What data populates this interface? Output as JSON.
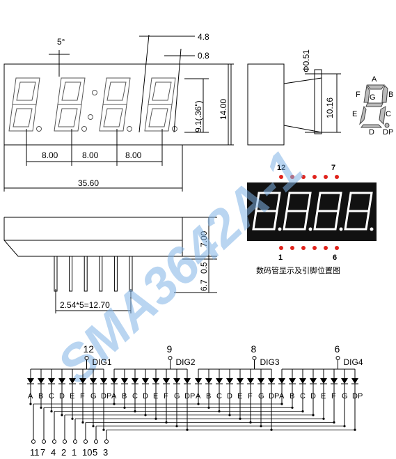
{
  "front_view": {
    "angle": "5°",
    "dim_top_a": "4.8",
    "dim_top_b": "0.8",
    "digit_height": "9.1(.36\")",
    "height": "14.00",
    "pitch_1": "8.00",
    "pitch_2": "8.00",
    "pitch_3": "8.00",
    "width": "35.60"
  },
  "side_view": {
    "pin_dia": "Φ0.51",
    "depth": "10.16"
  },
  "segment_map": {
    "labels": [
      "A",
      "B",
      "C",
      "D",
      "E",
      "F",
      "G",
      "DP"
    ]
  },
  "photo": {
    "pin_top_left": "12",
    "pin_top_right": "7",
    "pin_bottom_left": "1",
    "pin_bottom_right": "6",
    "caption": "数码管显示及引脚位置图",
    "display_color": "#111111",
    "dot_color": "#e0231c"
  },
  "bottom_view": {
    "body_height": "7.00",
    "pin_offset": "0.5",
    "pin_length": "6.7",
    "pin_span": "2.54*5=12.70"
  },
  "watermark": "SMA3642A-1",
  "schematic": {
    "digits": [
      {
        "pin": "12",
        "name": "DIG1"
      },
      {
        "pin": "9",
        "name": "DIG2"
      },
      {
        "pin": "8",
        "name": "DIG3"
      },
      {
        "pin": "6",
        "name": "DIG4"
      }
    ],
    "segment_labels": [
      "A",
      "B",
      "C",
      "D",
      "E",
      "F",
      "G",
      "DP"
    ],
    "bottom_pins": [
      "11",
      "7",
      "4",
      "2",
      "1",
      "10",
      "5",
      "3"
    ]
  }
}
